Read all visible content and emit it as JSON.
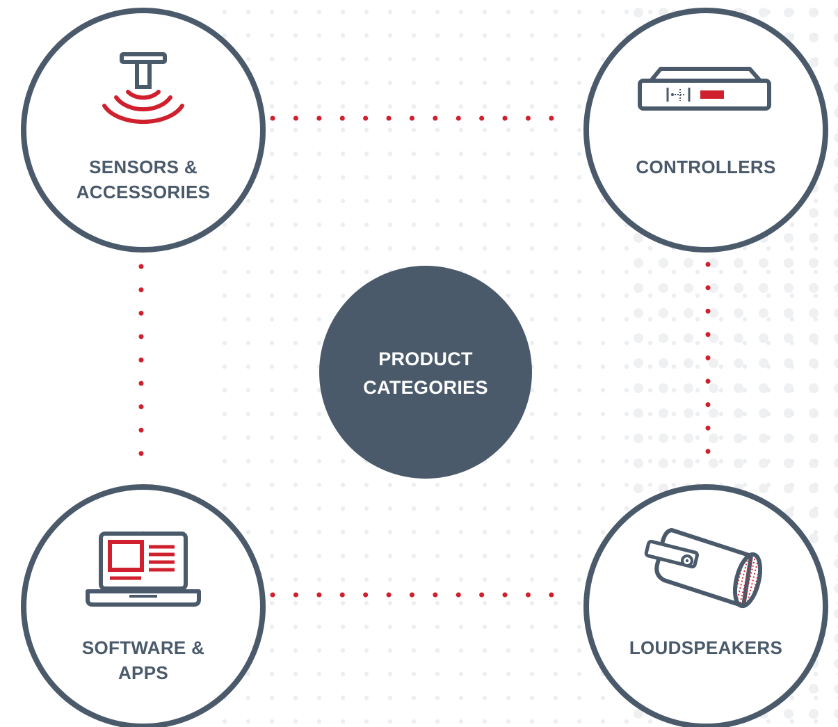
{
  "center": {
    "line1": "PRODUCT",
    "line2": "CATEGORIES"
  },
  "categories": [
    {
      "line1": "SENSORS &",
      "line2": "ACCESSORIES",
      "icon": "sensor-icon"
    },
    {
      "line1": "CONTROLLERS",
      "line2": "",
      "icon": "controller-icon"
    },
    {
      "line1": "SOFTWARE &",
      "line2": "APPS",
      "icon": "laptop-icon"
    },
    {
      "line1": "LOUDSPEAKERS",
      "line2": "",
      "icon": "loudspeaker-icon"
    }
  ],
  "colors": {
    "slate": "#4a5a6a",
    "red": "#d0202e",
    "dot": "#e9ebee",
    "white": "#ffffff"
  }
}
